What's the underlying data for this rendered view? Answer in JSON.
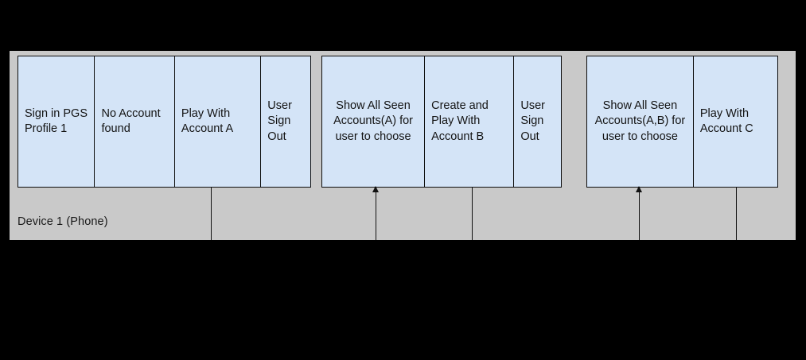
{
  "diagram": {
    "background_color": "#000000",
    "panel_color": "#c9c9c9",
    "box_fill_color": "#d4e4f7",
    "box_border_color": "#0d0d0d",
    "device_label": "Device 1 (Phone)",
    "groups": [
      {
        "id": "group-1",
        "boxes": [
          {
            "id": "box-sign-in-pgs-profile-1",
            "label": "Sign in PGS Profile 1",
            "align": "left"
          },
          {
            "id": "box-no-account-found",
            "label": "No Account found",
            "align": "left"
          },
          {
            "id": "box-play-with-account-a",
            "label": "Play With Account A",
            "align": "left"
          },
          {
            "id": "box-user-sign-out-1",
            "label": "User Sign Out",
            "align": "left"
          }
        ]
      },
      {
        "id": "group-2",
        "boxes": [
          {
            "id": "box-show-all-seen-accounts-a",
            "label": "Show All Seen Accounts(A) for user to choose",
            "align": "center"
          },
          {
            "id": "box-create-and-play-with-account-b",
            "label": "Create and Play With Account B",
            "align": "left"
          },
          {
            "id": "box-user-sign-out-2",
            "label": "User Sign Out",
            "align": "left"
          }
        ]
      },
      {
        "id": "group-3",
        "boxes": [
          {
            "id": "box-show-all-seen-accounts-ab",
            "label": "Show All Seen Accounts(A,B) for user to choose",
            "align": "center"
          },
          {
            "id": "box-play-with-account-c",
            "label": "Play With Account C",
            "align": "left"
          }
        ]
      }
    ],
    "connectors": [
      {
        "id": "connector-from-play-with-account-a",
        "arrow": false
      },
      {
        "id": "connector-to-show-all-seen-accounts-a",
        "arrow": true
      },
      {
        "id": "connector-from-user-sign-out-2",
        "arrow": false
      },
      {
        "id": "connector-to-show-all-seen-accounts-ab",
        "arrow": true
      },
      {
        "id": "connector-from-play-with-account-c",
        "arrow": false
      }
    ]
  }
}
